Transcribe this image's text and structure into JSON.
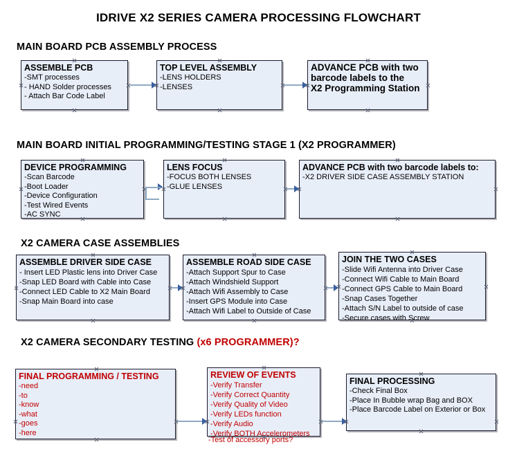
{
  "title": "IDRIVE X2  SERIES CAMERA PROCESSING FLOWCHART",
  "sections": [
    {
      "id": "main-board-pcb-assembly-process",
      "label": "MAIN BOARD PCB ASSEMBLY PROCESS",
      "label_red": ""
    },
    {
      "id": "main-board-initial-programming",
      "label": "MAIN BOARD INITIAL PROGRAMMING/TESTING STAGE 1 (X2 PROGRAMMER)",
      "label_red": ""
    },
    {
      "id": "x2-camera-case-assemblies",
      "label": "X2 CAMERA CASE ASSEMBLIES",
      "label_red": ""
    },
    {
      "id": "x2-camera-secondary-testing",
      "label": "X2 CAMERA SECONDARY TESTING ",
      "label_red": "(x6 PROGRAMMER)?"
    }
  ],
  "nodes": {
    "assemble_pcb": {
      "title": "ASSEMBLE PCB",
      "lines": [
        "-SMT processes",
        "- HAND Solder processes",
        "- Attach Bar Code Label"
      ]
    },
    "top_level_assembly": {
      "title": "TOP LEVEL ASSEMBLY",
      "lines": [
        "-LENS HOLDERS",
        "-LENSES"
      ]
    },
    "advance_pcb_station": {
      "title": "ADVANCE PCB with two",
      "lines": [
        "barcode labels to the",
        " X2 Programming Station"
      ]
    },
    "device_programming": {
      "title": "DEVICE PROGRAMMING",
      "lines": [
        "-Scan Barcode",
        "-Boot Loader",
        "-Device Configuration",
        "-Test Wired Events",
        "-AC SYNC"
      ]
    },
    "lens_focus": {
      "title": "LENS FOCUS",
      "lines": [
        "-FOCUS BOTH LENSES",
        "-GLUE LENSES"
      ]
    },
    "advance_pcb_driver_case": {
      "title": "ADVANCE PCB with two barcode labels to:",
      "lines": [
        "-X2 DRIVER  SIDE  CASE  ASSEMBLY STATION"
      ]
    },
    "assemble_driver_side_case": {
      "title": "ASSEMBLE DRIVER SIDE CASE",
      "lines": [
        "- Insert LED Plastic lens into Driver Case",
        "-Snap LED Board with Cable into Case",
        "-Connect LED Cable to X2 Main Board",
        "-Snap Main Board into case"
      ]
    },
    "assemble_road_side_case": {
      "title": "ASSEMBLE ROAD SIDE CASE",
      "lines": [
        "-Attach Support Spur to Case",
        "-Attach Windshield Support",
        "-Attach Wifi Assembly to Case",
        "-Insert GPS Module into Case",
        "-Attach Wifi Label to Outside of Case"
      ]
    },
    "join_the_two_cases": {
      "title": "JOIN THE TWO CASES",
      "lines": [
        "-Slide Wifi Antenna into Driver Case",
        "-Connect Wifi Cable to Main Board",
        "-Connect GPS Cable to Main Board",
        "-Snap Cases Together",
        "-Attach S/N Label to outside of case",
        "-Secure cases with Screw"
      ]
    },
    "final_programming_testing": {
      "title": "FINAL PROGRAMMING / TESTING",
      "lines": [
        "-need",
        "-to",
        "-know",
        "-what",
        "-goes",
        "-here"
      ]
    },
    "review_of_events": {
      "title": "REVIEW OF EVENTS",
      "lines": [
        "-Verify Transfer",
        "-Verify Correct Quantity",
        "-Verify Quality of Video",
        "-Verify LEDs function",
        "-Verify Audio",
        "-Verify BOTH Accelerometers"
      ],
      "overflow_line": "-Test of accessory ports?"
    },
    "final_processing": {
      "title": "FINAL PROCESSING",
      "lines": [
        " -Check Final Box",
        "-Place In Bubble wrap Bag and BOX",
        "-Place Barcode Label on Exterior or Box"
      ]
    }
  },
  "colors": {
    "node_fill": "#e8eef8",
    "node_border": "#1a1a2e",
    "arrow_line": "#8fa9c4",
    "arrow_head": "#3a5f9e",
    "red_text": "#c00000",
    "handle": "#5b6275",
    "background": "#ffffff"
  }
}
